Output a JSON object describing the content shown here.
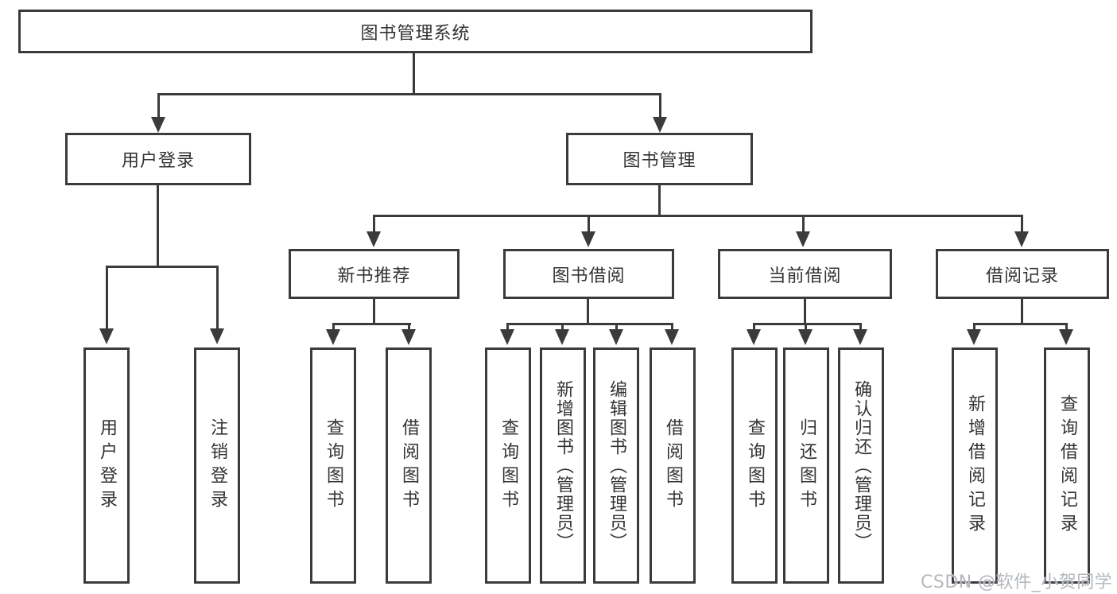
{
  "diagram": {
    "type": "hierarchy-tree",
    "title": "图书管理系统",
    "colors": {
      "line": "#3b3b3b",
      "text": "#333333",
      "background": "#ffffff",
      "watermark": "#b4b8be"
    },
    "tree": {
      "root": {
        "label": "图书管理系统"
      },
      "children": [
        {
          "label": "用户登录",
          "children": [
            {
              "label": "用户登录"
            },
            {
              "label": "注销登录"
            }
          ]
        },
        {
          "label": "图书管理",
          "children": [
            {
              "label": "新书推荐",
              "children": [
                {
                  "label": "查询图书"
                },
                {
                  "label": "借阅图书"
                }
              ]
            },
            {
              "label": "图书借阅",
              "children": [
                {
                  "label": "查询图书"
                },
                {
                  "label": "新增图书（管理员）"
                },
                {
                  "label": "编辑图书（管理员）"
                },
                {
                  "label": "借阅图书"
                }
              ]
            },
            {
              "label": "当前借阅",
              "children": [
                {
                  "label": "查询图书"
                },
                {
                  "label": "归还图书"
                },
                {
                  "label": "确认归还（管理员）"
                }
              ]
            },
            {
              "label": "借阅记录",
              "children": [
                {
                  "label": "新增借阅记录"
                },
                {
                  "label": "查询借阅记录"
                }
              ]
            }
          ]
        }
      ]
    }
  },
  "watermark": {
    "text": "CSDN @软件_小贺同学"
  }
}
